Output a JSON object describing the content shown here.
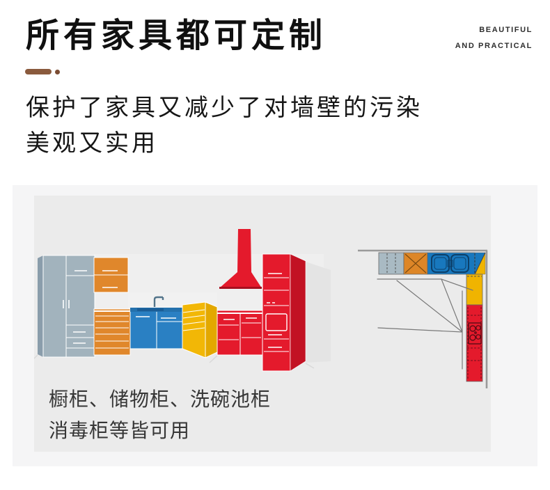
{
  "header": {
    "title": "所有家具都可定制",
    "tagline_line1": "BEAUTIFUL",
    "tagline_line2": "AND PRACTICAL"
  },
  "subtitle": {
    "line1": "保护了家具又减少了对墙壁的污染",
    "line2": "美观又实用"
  },
  "figure": {
    "caption_line1": "橱柜、储物柜、洗碗池柜",
    "caption_line2": "消毒柜等皆可用",
    "illustration_parts": [
      "wardrobe-cabinet-gray",
      "wall-cabinet-orange",
      "drawer-unit-orange",
      "sink-cabinet-blue",
      "corner-cabinet-yellow",
      "base-cabinet-red",
      "tall-cabinet-red",
      "range-hood-red",
      "floor-plan-corner-layout"
    ]
  },
  "colors": {
    "accent_brown": "#8a5a3d",
    "panel_bg": "#f5f5f6",
    "illustration_bg": "#ebebeb",
    "cabinet_gray_blue": "#a2b3bd",
    "cabinet_orange": "#e0872b",
    "cabinet_blue": "#2a80c3",
    "cabinet_yellow": "#f2b706",
    "cabinet_red": "#e41a2c",
    "plan_blue": "#1878be",
    "text_dark": "#101010"
  }
}
